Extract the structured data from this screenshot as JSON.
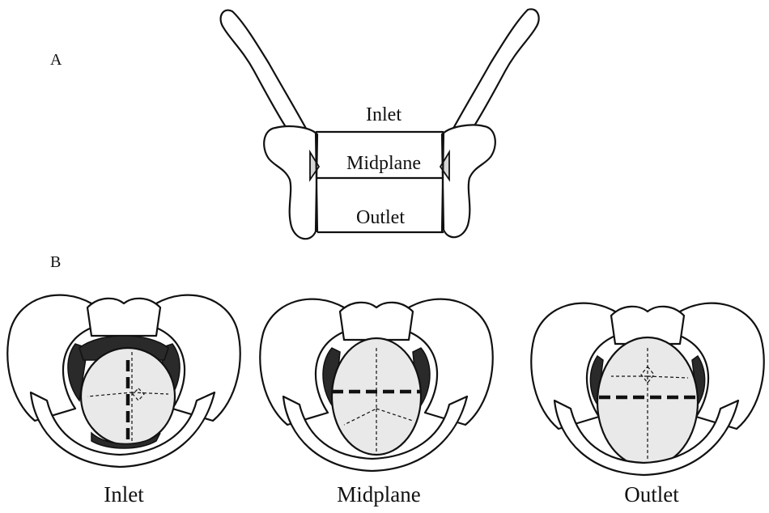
{
  "panel_a": {
    "letter": "A",
    "planes": [
      "Inlet",
      "Midplane",
      "Outlet"
    ]
  },
  "panel_b": {
    "letter": "B",
    "captions": [
      "Inlet",
      "Midplane",
      "Outlet"
    ]
  }
}
